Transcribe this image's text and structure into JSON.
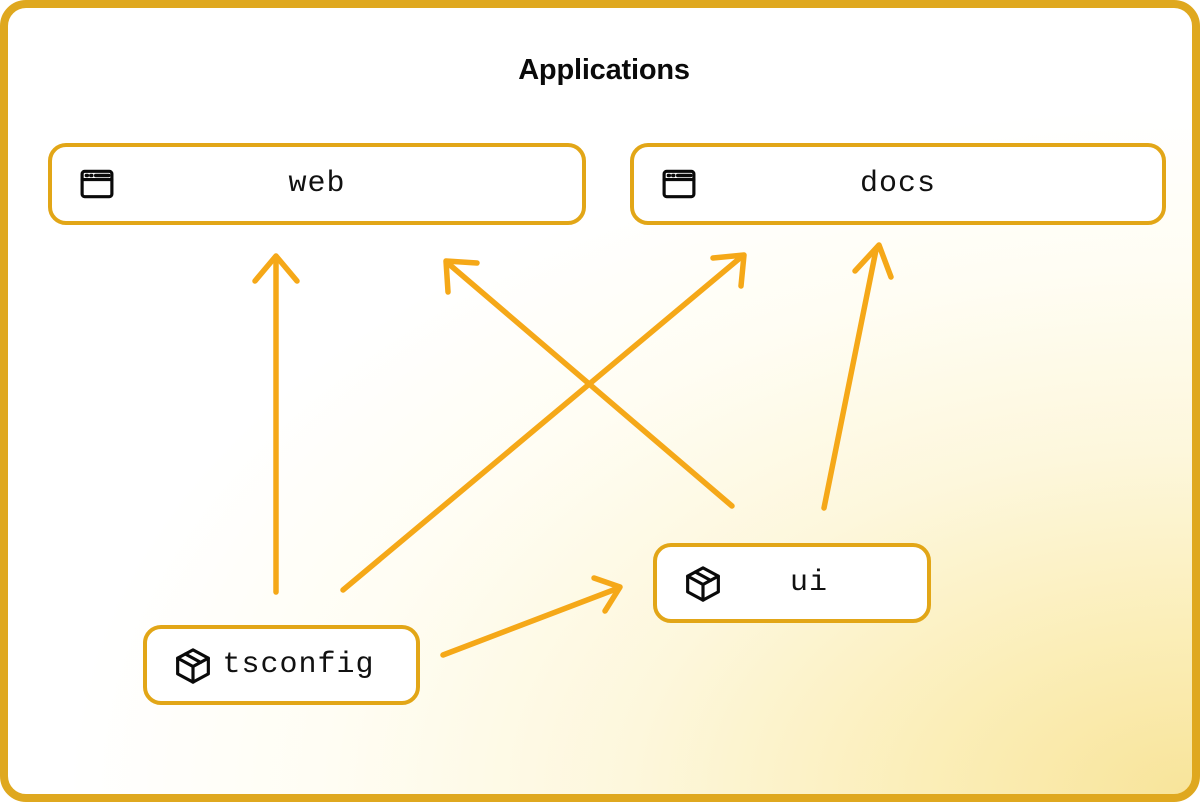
{
  "diagram": {
    "title": "Applications",
    "colors": {
      "frame_border": "#dfa81f",
      "node_border": "#e2a617",
      "arrow": "#f5a818",
      "icon": "#0a0a0a",
      "title_text": "#0a0a0a",
      "background_from": "#ffffff",
      "background_to": "#f8e49a"
    },
    "nodes": [
      {
        "id": "web",
        "label": "web",
        "icon": "browser-window-icon",
        "kind": "application"
      },
      {
        "id": "docs",
        "label": "docs",
        "icon": "browser-window-icon",
        "kind": "application"
      },
      {
        "id": "ui",
        "label": "ui",
        "icon": "package-box-icon",
        "kind": "package"
      },
      {
        "id": "tsconfig",
        "label": "tsconfig",
        "icon": "package-box-icon",
        "kind": "package"
      }
    ],
    "edges": [
      {
        "from": "tsconfig",
        "to": "web"
      },
      {
        "from": "tsconfig",
        "to": "docs"
      },
      {
        "from": "tsconfig",
        "to": "ui"
      },
      {
        "from": "ui",
        "to": "web"
      },
      {
        "from": "ui",
        "to": "docs"
      }
    ]
  }
}
